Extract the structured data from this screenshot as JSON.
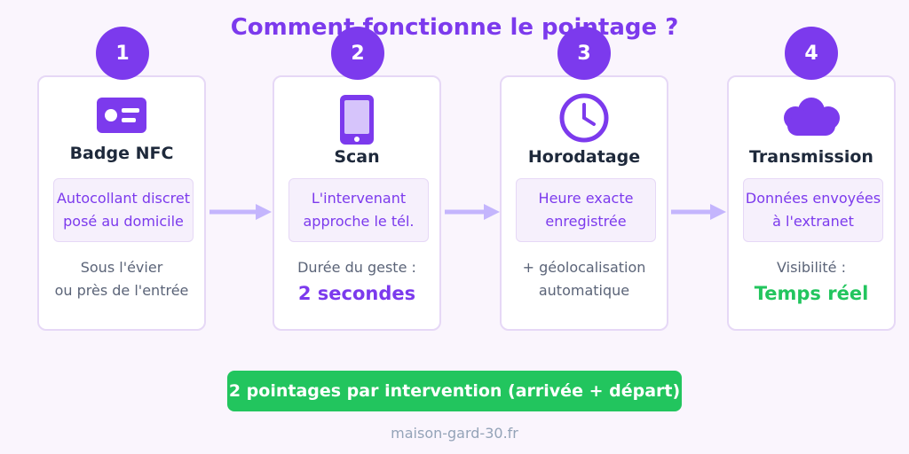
{
  "title": "Comment fonctionne le pointage ?",
  "colors": {
    "accent": "#7c3aed",
    "success": "#22c55e",
    "arrow": "#c4b5fd"
  },
  "steps": [
    {
      "number": "1",
      "icon": "id-card-icon",
      "title": "Badge NFC",
      "highlight": [
        "Autocollant discret",
        "posé au domicile"
      ],
      "footer": [
        "Sous l'évier",
        "ou près de l'entrée"
      ]
    },
    {
      "number": "2",
      "icon": "smartphone-icon",
      "title": "Scan",
      "highlight": [
        "L'intervenant",
        "approche le tél."
      ],
      "footer_label": "Durée du geste :",
      "footer_value": "2 secondes"
    },
    {
      "number": "3",
      "icon": "clock-icon",
      "title": "Horodatage",
      "highlight": [
        "Heure exacte",
        "enregistrée"
      ],
      "footer": [
        "+ géolocalisation",
        "automatique"
      ]
    },
    {
      "number": "4",
      "icon": "cloud-icon",
      "title": "Transmission",
      "highlight": [
        "Données envoyées",
        "à l'extranet"
      ],
      "footer_label": "Visibilité :",
      "footer_value": "Temps réel"
    }
  ],
  "banner": "2 pointages par intervention (arrivée + départ)",
  "website": "maison-gard-30.fr"
}
